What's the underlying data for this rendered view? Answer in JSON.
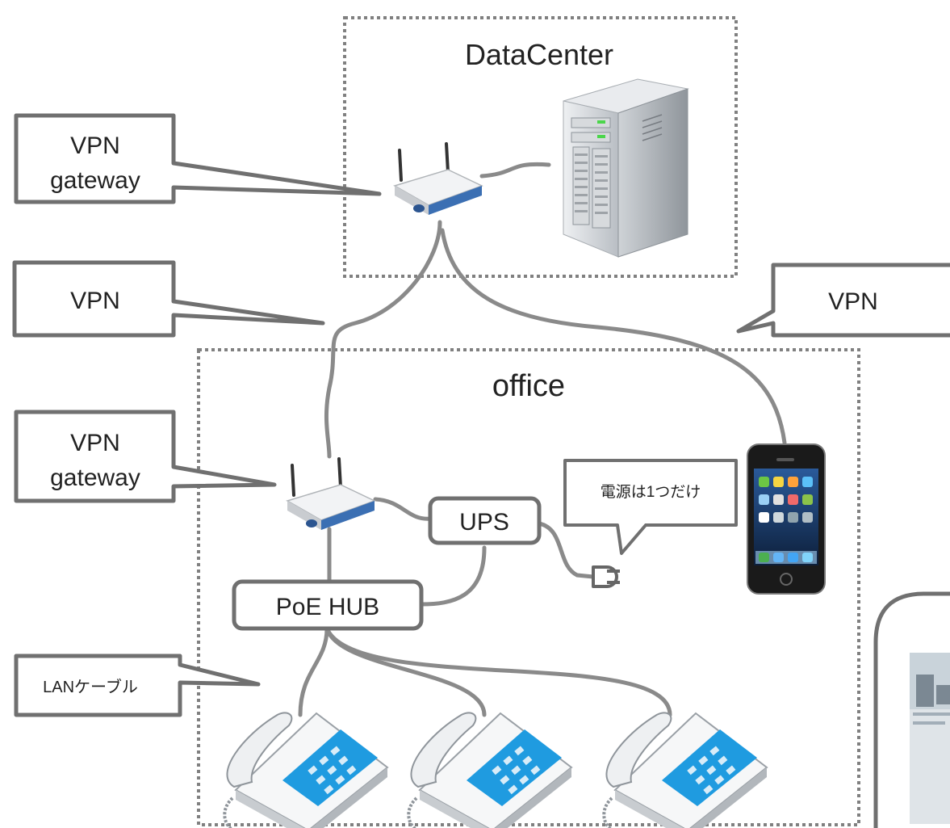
{
  "zones": {
    "datacenter": "DataCenter",
    "office": "office"
  },
  "callouts": {
    "vpn_gateway_top": [
      "VPN",
      "gateway"
    ],
    "vpn_left": "VPN",
    "vpn_right": "VPN",
    "vpn_gateway_office": [
      "VPN",
      "gateway"
    ],
    "lan_cable": "LANケーブル",
    "power_note": "電源は1つだけ"
  },
  "devices": {
    "ups": "UPS",
    "poe_hub": "PoE HUB"
  },
  "colors": {
    "line": "#8a8a8a",
    "box_stroke": "#707070",
    "phone_keypad": "#1f9be0",
    "router_accent": "#3b6fb3"
  },
  "icons": [
    "router-icon",
    "server-icon",
    "smartphone-icon",
    "ip-phone-icon",
    "power-plug-icon"
  ]
}
